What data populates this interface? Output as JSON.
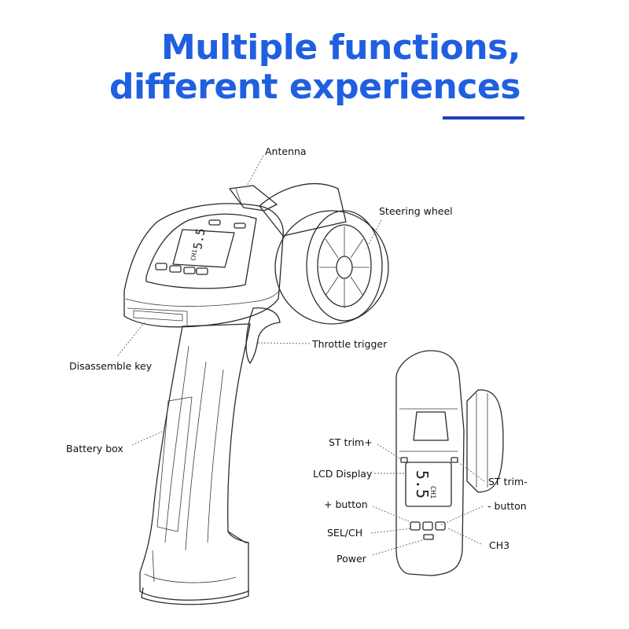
{
  "header": {
    "title_line1": "Multiple functions,",
    "title_line2": "different experiences"
  },
  "main_view_labels": {
    "antenna": "Antenna",
    "steering_wheel": "Steering wheel",
    "throttle_trigger": "Throttle trigger",
    "disassemble_key": "Disassemble key",
    "battery_box": "Battery box"
  },
  "top_view_labels": {
    "st_trim_plus": "ST trim+",
    "lcd_display": "LCD Display",
    "st_trim_minus": "ST trim-",
    "plus_button": "+ button",
    "minus_button": "- button",
    "sel_ch": "SEL/CH",
    "ch3": "CH3",
    "power": "Power"
  },
  "lcd": {
    "value": "5.5",
    "channel": "CH1"
  },
  "colors": {
    "title": "#1f5fe0",
    "underline": "#1f3fb8",
    "line_art": "#2b2b2b"
  }
}
